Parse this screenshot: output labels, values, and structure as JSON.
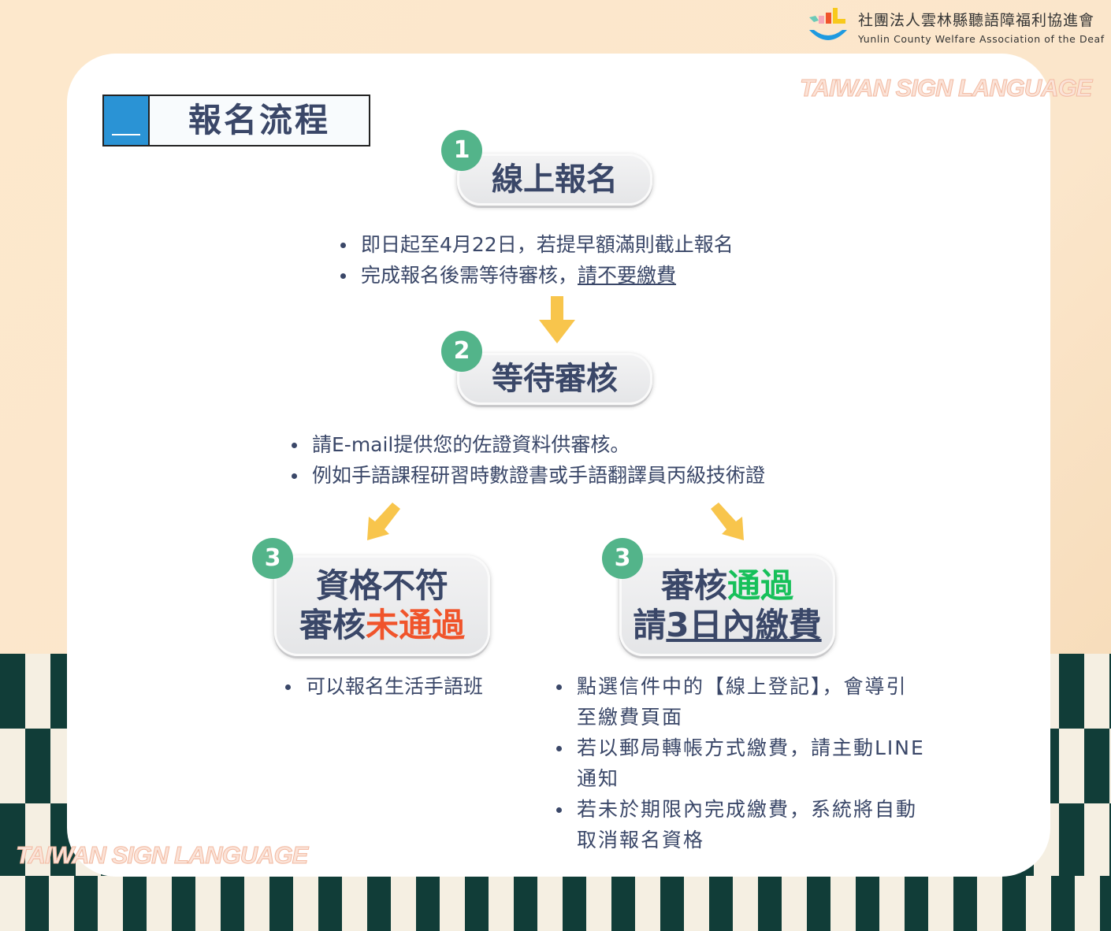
{
  "header": {
    "org_name": "社團法人雲林縣聽語障福利協進會",
    "org_name_en": "Yunlin County Welfare Association of the Deaf",
    "watermark": "TAIWAN SIGN LANGUAGE"
  },
  "title": "報名流程",
  "steps": [
    {
      "number": "1",
      "label": "線上報名",
      "bullets": [
        "即日起至4月22日，若提早額滿則截止報名"
      ],
      "bullet2_prefix": "完成報名後需等待審核，",
      "bullet2_underlined": "請不要繳費"
    },
    {
      "number": "2",
      "label": "等待審核",
      "bullets": [
        "請E-mail提供您的佐證資料供審核。",
        "例如手語課程研習時數證書或手語翻譯員丙級技術證"
      ]
    },
    {
      "number": "3",
      "line1": "資格不符",
      "line2_prefix": "審核",
      "line2_highlight": "未通過",
      "bullets": [
        "可以報名生活手語班"
      ]
    },
    {
      "number": "3",
      "line1_prefix": "審核",
      "line1_highlight": "通過",
      "line2_prefix": "請",
      "line2_underlined": "3日內繳費",
      "bullets": [
        "點選信件中的【線上登記】，會導引至繳費頁面",
        "若以郵局轉帳方式繳費，請主動LINE通知",
        "若未於期限內完成繳費，系統將自動取消報名資格"
      ]
    }
  ],
  "colors": {
    "text": "#3a4768",
    "badge": "#53b48a",
    "fail": "#f0542b",
    "pass": "#17c05a",
    "arrow": "#f8c54c",
    "checker": "#113d38"
  }
}
